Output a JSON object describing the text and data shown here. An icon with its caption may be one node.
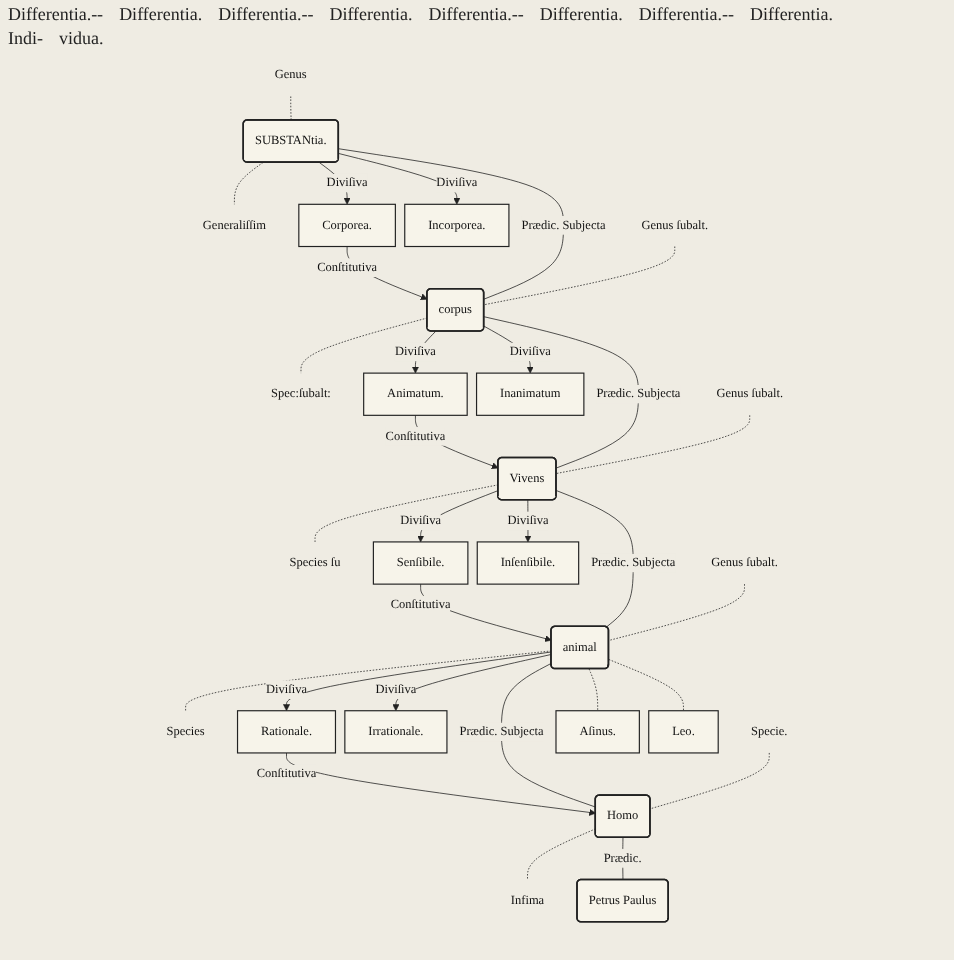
{
  "diagram": {
    "nodes": [
      {
        "text": [
          "SUBSTANtia."
        ]
      },
      {
        "text": [
          "Genus"
        ]
      },
      {
        "text": [
          "Generaliſſim"
        ]
      },
      {
        "text": [
          "Corporea."
        ]
      },
      {
        "text": [
          "Incorporea."
        ]
      },
      {
        "text": [
          "corpus"
        ]
      },
      {
        "text": [
          "Genus ſubalt."
        ]
      },
      {
        "text": [
          "Spec:ſubalt:"
        ]
      },
      {
        "text": [
          "Animatum."
        ]
      },
      {
        "text": [
          "Inanimatum"
        ]
      },
      {
        "text": [
          "Vivens"
        ]
      },
      {
        "text": [
          "Genus ſubalt."
        ]
      },
      {
        "text": [
          "Species ſu"
        ]
      },
      {
        "text": [
          "Senſibile."
        ]
      },
      {
        "text": [
          "Inſenſibile."
        ]
      },
      {
        "text": [
          "animal"
        ]
      },
      {
        "text": [
          "Genus ſubalt."
        ]
      },
      {
        "text": [
          "Species"
        ]
      },
      {
        "text": [
          "Rationale."
        ]
      },
      {
        "text": [
          "Irrationale."
        ]
      },
      {
        "text": [
          "Homo"
        ]
      },
      {
        "text": [
          "Specie."
        ]
      },
      {
        "text": [
          "Infima"
        ]
      },
      {
        "text": [
          "Aſinus."
        ]
      },
      {
        "text": [
          "Leo."
        ]
      },
      {
        "text": [
          "Petrus Paulus"
        ],
        "beside": [
          "Indi-",
          "vidua."
        ]
      }
    ],
    "edges": [
      {
        "from": 1,
        "to": 0,
        "arrow": "none",
        "style": "dashed"
      },
      {
        "from": 0,
        "to": 2,
        "arrow": "none",
        "style": "dashed"
      },
      {
        "from": 0,
        "to": 3,
        "arrow": "to",
        "label": "Diviſiva"
      },
      {
        "from": 0,
        "to": 4,
        "arrow": "to",
        "label": "Diviſiva"
      },
      {
        "from": 3,
        "to": 5,
        "arrow": "to",
        "label": "Conſtitutiva"
      },
      {
        "from": 0,
        "to": 5,
        "arrow": "none",
        "label": "Prædic. Subjecta"
      },
      {
        "from": 6,
        "to": 5,
        "arrow": "none",
        "style": "dashed"
      },
      {
        "from": 5,
        "to": 7,
        "arrow": "none",
        "style": "dashed"
      },
      {
        "from": 5,
        "to": 8,
        "arrow": "to",
        "label": "Diviſiva"
      },
      {
        "from": 5,
        "to": 9,
        "arrow": "to",
        "label": "Diviſiva"
      },
      {
        "from": 8,
        "to": 10,
        "arrow": "to",
        "label": "Conſtitutiva"
      },
      {
        "from": 5,
        "to": 10,
        "arrow": "none",
        "label": "Prædic. Subjecta"
      },
      {
        "from": 11,
        "to": 10,
        "arrow": "none",
        "style": "dashed"
      },
      {
        "from": 10,
        "to": 12,
        "arrow": "none",
        "style": "dashed"
      },
      {
        "from": 10,
        "to": 13,
        "arrow": "to",
        "label": "Diviſiva"
      },
      {
        "from": 10,
        "to": 14,
        "arrow": "to",
        "label": "Diviſiva"
      },
      {
        "from": 13,
        "to": 15,
        "arrow": "to",
        "label": "Conſtitutiva"
      },
      {
        "from": 10,
        "to": 15,
        "arrow": "none",
        "label": "Prædic. Subjecta"
      },
      {
        "from": 16,
        "to": 15,
        "arrow": "none",
        "style": "dashed"
      },
      {
        "from": 15,
        "to": 17,
        "arrow": "none",
        "style": "dashed"
      },
      {
        "from": 15,
        "to": 18,
        "arrow": "to",
        "label": "Diviſiva"
      },
      {
        "from": 15,
        "to": 19,
        "arrow": "to",
        "label": "Diviſiva"
      },
      {
        "from": 18,
        "to": 20,
        "arrow": "to",
        "label": "Conſtitutiva"
      },
      {
        "from": 15,
        "to": 20,
        "arrow": "none",
        "label": "Prædic. Subjecta"
      },
      {
        "from": 21,
        "to": 20,
        "arrow": "none",
        "style": "dashed"
      },
      {
        "from": 20,
        "to": 22,
        "arrow": "none",
        "style": "dashed"
      },
      {
        "from": 15,
        "to": 23,
        "arrow": "none",
        "style": "dashed"
      },
      {
        "from": 15,
        "to": 24,
        "arrow": "none",
        "style": "dashed"
      },
      {
        "from": 20,
        "to": 25,
        "arrow": "none",
        "label": "Prædic."
      }
    ],
    "labels": [
      "Differentia.--",
      "Differentia.",
      "Differentia.--",
      "Differentia.",
      "Differentia.--",
      "Differentia.",
      "Differentia.--",
      "Differentia."
    ]
  }
}
